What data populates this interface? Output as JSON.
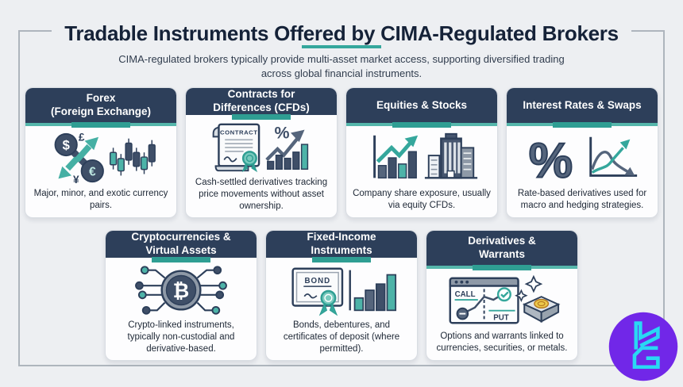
{
  "header": {
    "title": "Tradable Instruments Offered by CIMA-Regulated Brokers",
    "subtitle": "CIMA-regulated brokers typically provide multi-asset market access, supporting diversified trading across global financial instruments."
  },
  "cards": [
    {
      "id": "forex",
      "title": "Forex\n(Foreign Exchange)",
      "description": "Major, minor, and exotic currency pairs.",
      "icon": "currency-exchange-candlestick-icon",
      "icon_labels": {
        "dollar": "$",
        "euro": "€",
        "pound": "£",
        "yen": "¥"
      }
    },
    {
      "id": "cfds",
      "title": "Contracts for\nDifferences (CFDs)",
      "description": "Cash-settled derivatives tracking price movements without asset ownership.",
      "icon": "contract-document-chart-icon",
      "icon_labels": {
        "contract": "CONTRACT",
        "percent": "%"
      }
    },
    {
      "id": "equities",
      "title": "Equities & Stocks",
      "description": "Company share exposure, usually via equity CFDs.",
      "icon": "bar-chart-buildings-icon"
    },
    {
      "id": "interest_rates",
      "title": "Interest Rates & Swaps",
      "description": "Rate-based derivatives used for macro and hedging strategies.",
      "icon": "percent-curves-icon",
      "icon_labels": {
        "percent": "%"
      }
    },
    {
      "id": "crypto",
      "title": "Cryptocurrencies &\nVirtual Assets",
      "description": "Crypto-linked instruments, typically non-custodial and derivative-based.",
      "icon": "bitcoin-network-icon",
      "icon_labels": {
        "bitcoin": "₿"
      }
    },
    {
      "id": "fixed_income",
      "title": "Fixed-Income\nInstruments",
      "description": "Bonds, debentures, and certificates of deposit (where permitted).",
      "icon": "bond-certificate-chart-icon",
      "icon_labels": {
        "bond": "BOND"
      }
    },
    {
      "id": "derivatives",
      "title": "Derivatives &\nWarrants",
      "description": "Options and warrants linked to currencies, securities, or metals.",
      "icon": "call-put-metal-icon",
      "icon_labels": {
        "call": "CALL",
        "put": "PUT"
      }
    }
  ],
  "colors": {
    "background": "#edeff2",
    "frame_border": "#aeb5bd",
    "title_text": "#152238",
    "subtitle_text": "#313d4e",
    "card_header_bg": "#2d3f5a",
    "card_header_text": "#ffffff",
    "teal_accent": "#35a79c",
    "teal_strip": "#55b6ab",
    "teal_tab": "#2f9e93",
    "icon_navy": "#3f4f68",
    "icon_gray": "#55657c",
    "icon_teal": "#4db3a8",
    "logo_purple": "#7127e8",
    "logo_cyan": "#29d8f4"
  }
}
